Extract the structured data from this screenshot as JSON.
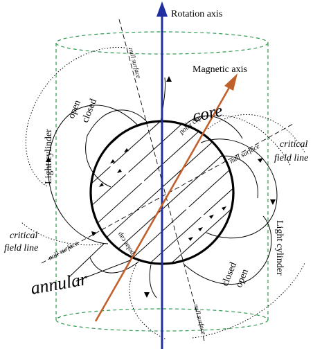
{
  "labels": {
    "rotation_axis": "Rotation axis",
    "magnetic_axis": "Magnetic axis",
    "core": "core",
    "annular": "annular",
    "polar_cap_top": "polar cap",
    "polar_cap_bottom": "polar cap",
    "null_surface_top": "null surface",
    "null_surface_right": "null surface",
    "null_surface_left": "null surface",
    "null_surface_bottom": "null surface",
    "critical_field_line_right_1": "critical",
    "critical_field_line_right_2": "field line",
    "critical_field_line_left_1": "critical",
    "critical_field_line_left_2": "field line",
    "light_cylinder_left": "Light cylinder",
    "light_cylinder_right": "Light cylinder",
    "open_top": "open",
    "closed_top": "closed",
    "closed_bottom": "closed",
    "open_bottom": "open"
  },
  "colors": {
    "rotation_axis": "#1f2ea0",
    "magnetic_axis": "#c0602a",
    "light_cylinder": "#2e9a4e",
    "ink": "#000000"
  }
}
